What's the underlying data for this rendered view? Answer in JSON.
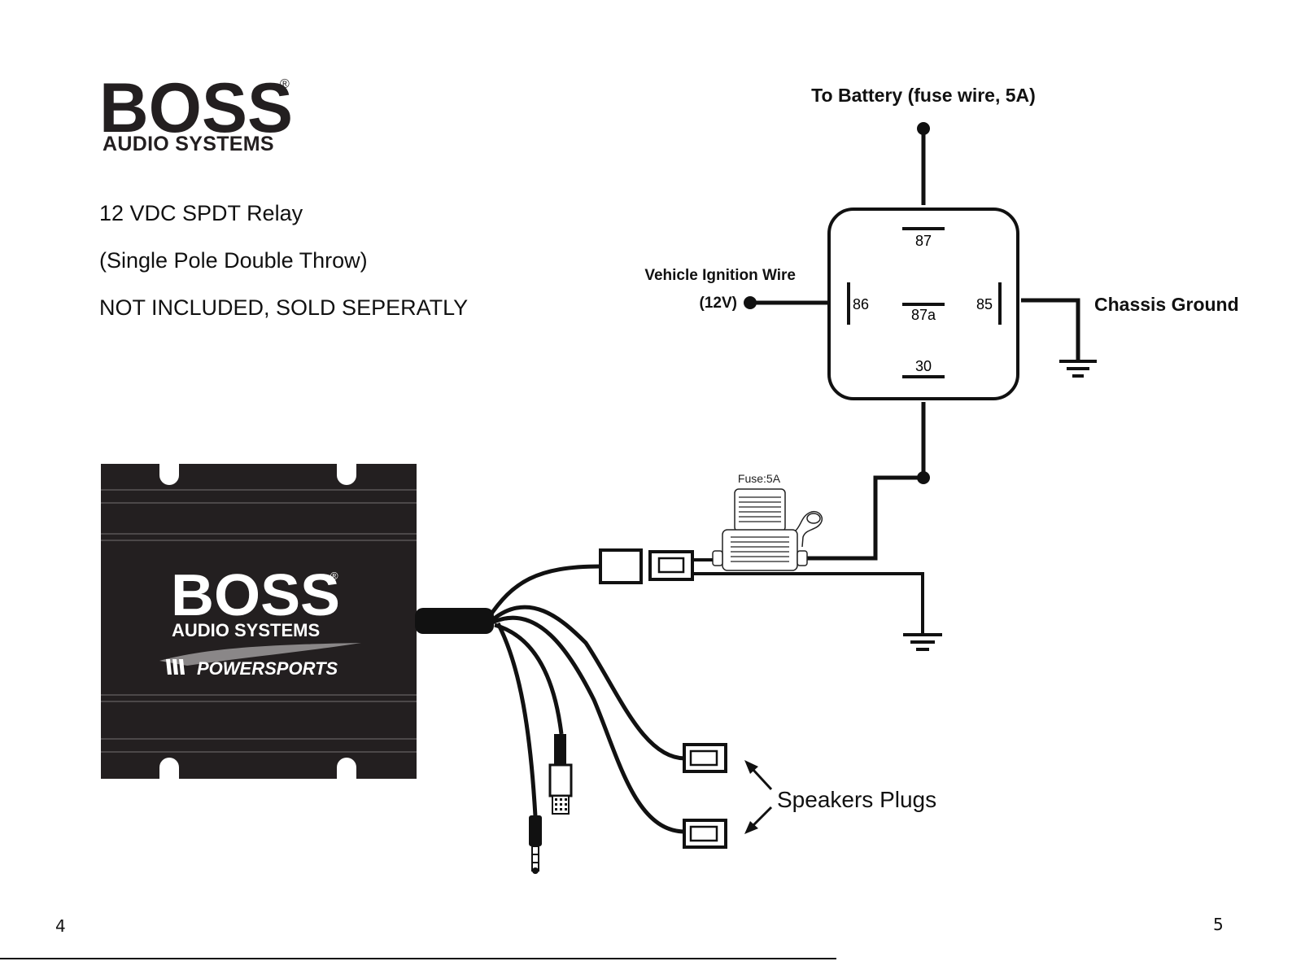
{
  "logo": {
    "brand": "BOSS",
    "registered": "®",
    "subtitle": "AUDIO SYSTEMS"
  },
  "relay_info": {
    "line1": "12 VDC SPDT  Relay",
    "line2": "(Single Pole  Double Throw)",
    "line3": "NOT INCLUDED, SOLD SEPERATLY"
  },
  "relay": {
    "pins": {
      "p87": "87",
      "p86": "86",
      "p87a": "87a",
      "p85": "85",
      "p30": "30"
    }
  },
  "labels": {
    "battery": "To Battery (fuse wire, 5A)",
    "ignition_line1": "Vehicle Ignition Wire",
    "ignition_line2": "(12V)",
    "chassis_ground": "Chassis Ground",
    "fuse": "Fuse:5A",
    "speakers": "Speakers Plugs"
  },
  "amplifier": {
    "brand": "BOSS",
    "registered": "®",
    "subtitle": "AUDIO SYSTEMS",
    "line": "POWERSPORTS"
  },
  "page_numbers": {
    "left": "4",
    "right": "5"
  },
  "icons": [
    "ground-symbol-icon",
    "fuse-holder-icon",
    "usb-plug-icon",
    "aux-jack-icon",
    "speaker-plug-icon",
    "arrow-icon"
  ]
}
